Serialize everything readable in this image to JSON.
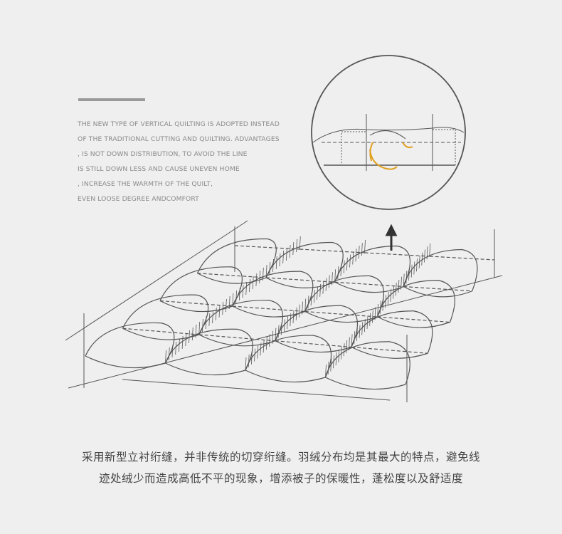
{
  "description_en": [
    "THE NEW TYPE OF VERTICAL QUILTING IS ADOPTED INSTEAD",
    "OF THE TRADITIONAL CUTTING AND QUILTING. ADVANTAGES",
    ", IS NOT DOWN DISTRIBUTION, TO AVOID THE LINE",
    "IS STILL DOWN LESS AND CAUSE UNEVEN HOME",
    ", INCREASE THE WARMTH OF THE QUILT,",
    "EVEN LOOSE DEGREE ANDCOMFORT"
  ],
  "description_cn": [
    "采用新型立衬绗缝，并非传统的切穿绗缝。羽绒分布均是其最大的特点，避免线",
    "迹处绒少而造成高低不平的现象，增添被子的保暖性，蓬松度以及舒适度"
  ],
  "colors": {
    "background": "#efefef",
    "line": "#555555",
    "accent": "#e0a020"
  }
}
